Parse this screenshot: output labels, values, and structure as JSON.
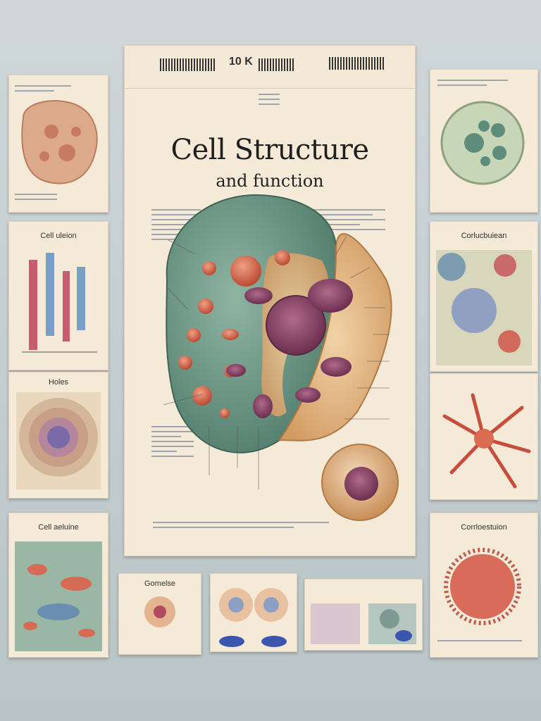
{
  "main_poster": {
    "header_code": "10 K",
    "title": "Cell Structure",
    "subtitle": "and function"
  },
  "side_cards": [
    {
      "label": ""
    },
    {
      "label": "Cell uleion"
    },
    {
      "label": "Holes"
    },
    {
      "label": "Cell aeluine"
    },
    {
      "label": ""
    },
    {
      "label": "Corlucbuiean"
    },
    {
      "label": ""
    },
    {
      "label": "Corrloestuion"
    }
  ],
  "bottom_cards": [
    {
      "label": "Gomelse"
    },
    {
      "label": ""
    },
    {
      "label": ""
    }
  ],
  "colors": {
    "background": "#c6cfd2",
    "paper": "#f5ead8",
    "cell_green": "#6f9a86",
    "cell_tan": "#e2b98c",
    "nucleus": "#8a4a6a",
    "organelle": "#d8664e"
  }
}
